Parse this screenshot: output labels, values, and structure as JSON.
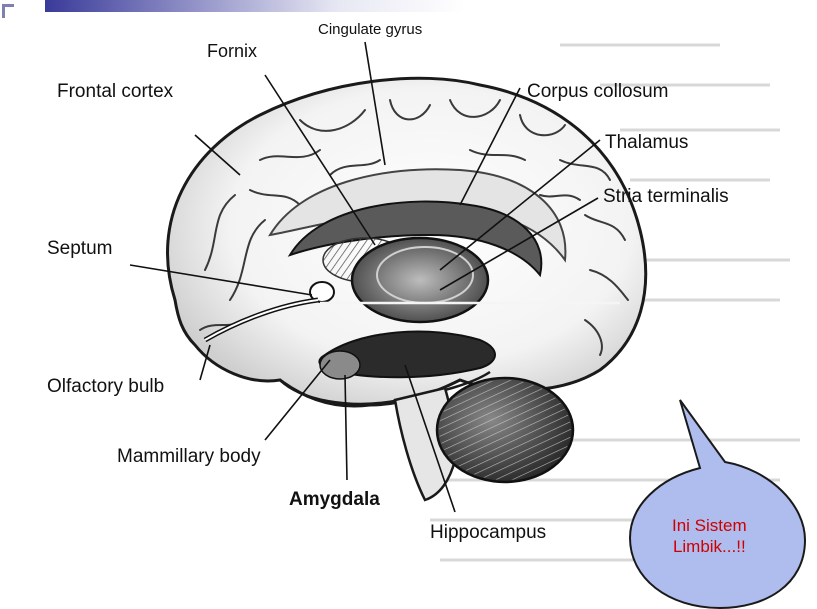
{
  "diagram": {
    "labels": {
      "cingulate_gyrus": "Cingulate gyrus",
      "fornix": "Fornix",
      "frontal_cortex": "Frontal cortex",
      "corpus_collosum": "Corpus collosum",
      "thalamus": "Thalamus",
      "stria_terminalis": "Stria terminalis",
      "septum": "Septum",
      "olfactory_bulb": "Olfactory bulb",
      "mammillary_body": "Mammillary body",
      "amygdala": "Amygdala",
      "hippocampus": "Hippocampus"
    },
    "callout": {
      "line1": "Ini Sistem",
      "line2": "Limbik...!!"
    }
  },
  "colors": {
    "callout_fill": "#aebcee",
    "callout_text": "#d00000",
    "header_bar": "#3a3a9a"
  }
}
